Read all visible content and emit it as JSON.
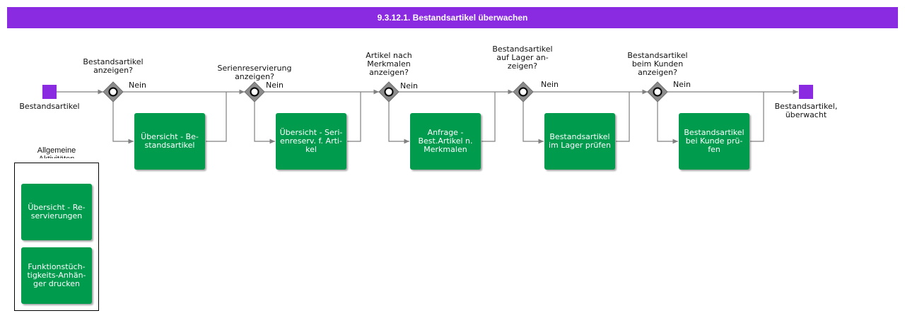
{
  "title": "9.3.12.1. Bestandsartikel überwachen",
  "start_event": "Bestandsartikel",
  "end_event": "Bestandsartikel,\nüberwacht",
  "gateways": [
    {
      "question": "Bestandsartikel\nanzeigen?",
      "no_label": "Nein"
    },
    {
      "question": "Serienreservierung\nanzeigen?",
      "no_label": "Nein"
    },
    {
      "question": "Artikel nach\nMerkmalen\nanzeigen?",
      "no_label": "Nein"
    },
    {
      "question": "Bestandsartikel\nauf Lager an-\nzeigen?",
      "no_label": "Nein"
    },
    {
      "question": "Bestandsartikel\nbeim Kunden\nanzeigen?",
      "no_label": "Nein"
    }
  ],
  "tasks": [
    "Übersicht - Be-\nstandsartikel",
    "Übersicht - Seri-\nenreserv. f. Arti-\nkel",
    "Anfrage -\nBest.Artikel n.\nMerkmalen",
    "Bestandsartikel\nim Lager prüfen",
    "Bestandsartikel\nbei Kunde prü-\nfen"
  ],
  "general_activities": {
    "title": "Allgemeine\nAktivitäten",
    "tasks": [
      "Übersicht - Re-\nservierungen",
      "Funktionstüch-\ntigkeits-Anhän-\nger drucken"
    ]
  },
  "colors": {
    "title_bar": "#8a2be2",
    "event": "#8a2be2",
    "task": "#009b4d",
    "gateway": "#8c8c8c",
    "flow": "#808080"
  }
}
